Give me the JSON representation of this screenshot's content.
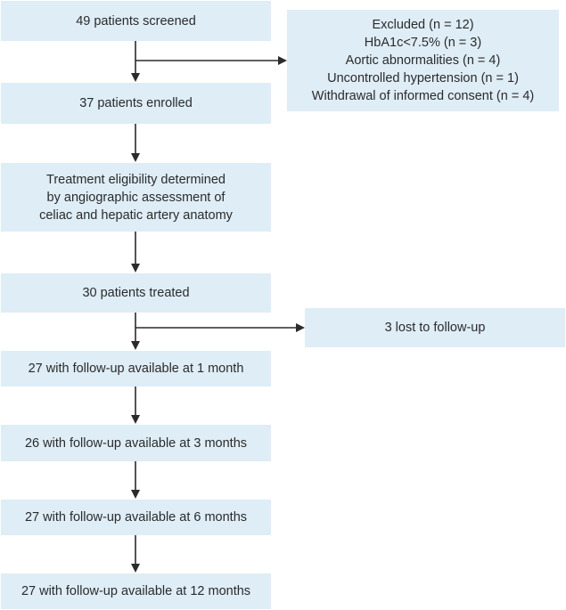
{
  "flow": {
    "screened": "49 patients screened",
    "enrolled": "37 patients enrolled",
    "eligibility": [
      "Treatment eligibility determined",
      "by angiographic assessment of",
      "celiac and hepatic artery anatomy"
    ],
    "treated": "30 patients treated",
    "followup_1m": "27 with follow-up available at 1 month",
    "followup_3m": "26 with follow-up available at 3 months",
    "followup_6m": "27 with follow-up available at 6 months",
    "followup_12m": "27 with follow-up available at 12 months"
  },
  "excluded": {
    "title": "Excluded (n = 12)",
    "reasons": [
      "HbA1c<7.5% (n = 3)",
      "Aortic abnormalities (n = 4)",
      "Uncontrolled hypertension (n = 1)",
      "Withdrawal of informed consent (n = 4)"
    ]
  },
  "lost": "3 lost to follow-up",
  "colors": {
    "box_fill": "#deedf6",
    "arrow": "#2b2b2b",
    "text": "#2b2b2b"
  }
}
